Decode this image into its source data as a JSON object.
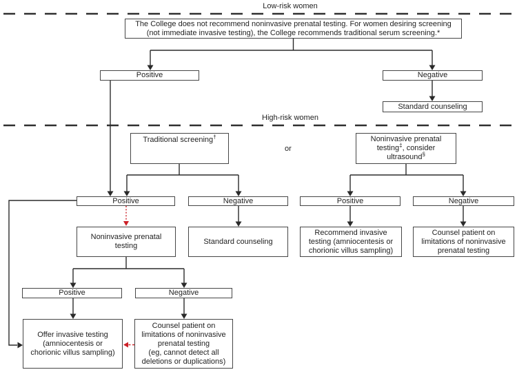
{
  "colors": {
    "line": "#2a2a2a",
    "box_border": "#454545",
    "red_accent": "#cc2027",
    "text": "#1f1f1f",
    "background": "#ffffff"
  },
  "sections": {
    "low_risk_label": "Low-risk women",
    "high_risk_label": "High-risk women",
    "or_label": "or"
  },
  "nodes": {
    "college": {
      "label": "The College does not recommend noninvasive prenatal testing. For women desiring screening\n(not immediate invasive testing), the College recommends traditional serum screening.*"
    },
    "lr_positive": {
      "label": "Positive"
    },
    "lr_negative": {
      "label": "Negative"
    },
    "lr_standard_counseling": {
      "label": "Standard counseling"
    },
    "traditional_screening": {
      "label": "Traditional screening",
      "superscript": "†"
    },
    "nipt_option": {
      "line1": "Noninvasive prenatal",
      "line2_pre": "testing",
      "line2_sup": "‡",
      "line2_post": ", consider",
      "line3_pre": "ultrasound",
      "line3_sup": "§"
    },
    "hr_trad_positive": {
      "label": "Positive"
    },
    "hr_trad_negative": {
      "label": "Negative"
    },
    "hr_nipt_positive": {
      "label": "Positive"
    },
    "hr_nipt_negative": {
      "label": "Negative"
    },
    "nipt_followup": {
      "label": "Noninvasive prenatal\ntesting"
    },
    "hr_standard_counseling": {
      "label": "Standard counseling"
    },
    "recommend_invasive": {
      "label": "Recommend invasive\ntesting (amniocentesis or\nchorionic villus sampling)"
    },
    "counsel_limitations": {
      "label": "Counsel patient on\nlimitations of noninvasive\nprenatal testing"
    },
    "nipt_positive": {
      "label": "Positive"
    },
    "nipt_negative": {
      "label": "Negative"
    },
    "offer_invasive": {
      "label": "Offer invasive testing\n(amniocentesis or\nchorionic villus sampling)"
    },
    "counsel_limitations_detail": {
      "label": "Counsel patient on\nlimitations of noninvasive\nprenatal testing\n(eg, cannot detect all\ndeletions or duplications)"
    }
  }
}
